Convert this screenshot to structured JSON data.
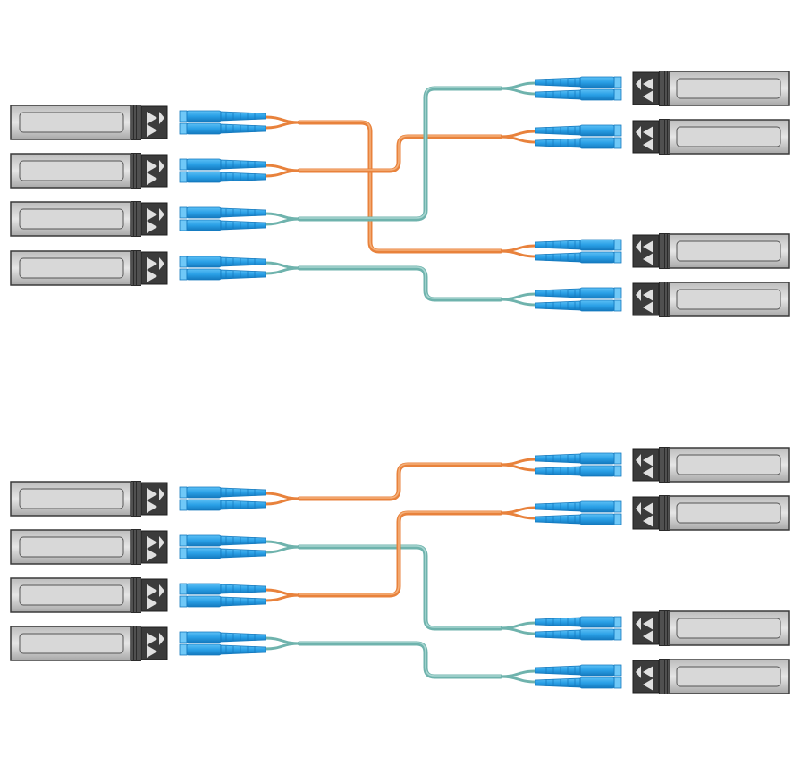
{
  "colors": {
    "background": "#ffffff",
    "fiber_orange": "#e8823c",
    "fiber_orange_light": "#f5b07a",
    "fiber_aqua": "#6fb3ad",
    "fiber_aqua_light": "#a8d6d1",
    "connector_blue": "#2aa0e6",
    "connector_blue_dark": "#1479be",
    "module_body": "#d4d4d4",
    "module_dark": "#2b2b2b"
  },
  "diagram": {
    "panels": [
      {
        "name": "panel-top",
        "left_transceivers": [
          {
            "id": "L1"
          },
          {
            "id": "L2"
          },
          {
            "id": "L3"
          },
          {
            "id": "L4"
          }
        ],
        "right_transceivers": [
          {
            "id": "R1"
          },
          {
            "id": "R2"
          },
          {
            "id": "R3"
          },
          {
            "id": "R4"
          }
        ],
        "cables": [
          {
            "from": "L1",
            "to": "R3",
            "fiber": "orange"
          },
          {
            "from": "L2",
            "to": "R2",
            "fiber": "orange"
          },
          {
            "from": "L3",
            "to": "R1",
            "fiber": "aqua"
          },
          {
            "from": "L4",
            "to": "R4",
            "fiber": "aqua"
          }
        ]
      },
      {
        "name": "panel-bottom",
        "left_transceivers": [
          {
            "id": "L1"
          },
          {
            "id": "L2"
          },
          {
            "id": "L3"
          },
          {
            "id": "L4"
          }
        ],
        "right_transceivers": [
          {
            "id": "R1"
          },
          {
            "id": "R2"
          },
          {
            "id": "R3"
          },
          {
            "id": "R4"
          }
        ],
        "cables": [
          {
            "from": "L1",
            "to": "R1",
            "fiber": "orange"
          },
          {
            "from": "L2",
            "to": "R3",
            "fiber": "aqua"
          },
          {
            "from": "L3",
            "to": "R2",
            "fiber": "orange"
          },
          {
            "from": "L4",
            "to": "R4",
            "fiber": "aqua"
          }
        ]
      }
    ]
  }
}
